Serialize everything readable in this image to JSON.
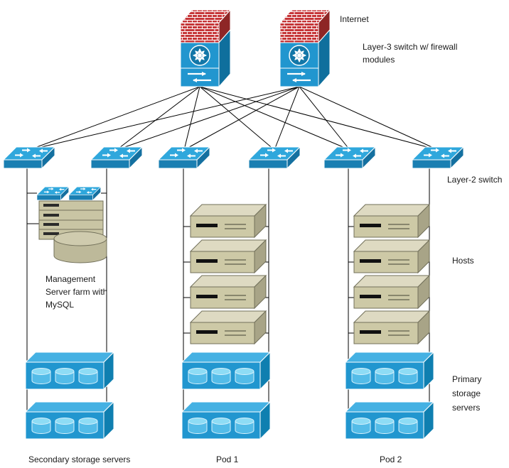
{
  "labels": {
    "internet": "Internet",
    "layer3": [
      "Layer-3 switch w/ firewall",
      "modules"
    ],
    "layer2": "Layer-2 switch",
    "hosts": "Hosts",
    "primary_storage": [
      "Primary",
      "storage",
      "servers"
    ],
    "management": [
      "Management",
      "Server farm with",
      "MySQL"
    ],
    "secondary_storage": "Secondary storage servers",
    "pod1": "Pod 1",
    "pod2": "Pod 2"
  },
  "structure": {
    "layer3_firewall_count": 2,
    "layer2_switch_count": 6,
    "columns": [
      {
        "name": "management-column",
        "small_switches": 2,
        "server_racks": 1,
        "databases": 1,
        "storage_servers": 2
      },
      {
        "name": "pod-1",
        "hosts": 4,
        "storage_servers": 2
      },
      {
        "name": "pod-2",
        "hosts": 4,
        "storage_servers": 2
      }
    ]
  },
  "icons": {
    "layer3-switch-firewall-icon": "3d tower: brick firewall top, router star circle, switch arrows",
    "layer2-switch-icon": "flat 3d switch with four white arrows on top",
    "host-server-icon": "beige 3d server chassis with dark slot and vents",
    "storage-server-icon": "blue 3d box with three disk cylinders",
    "server-rack-icon": "beige rack with four dark slots",
    "database-icon": "beige cylinder"
  },
  "colors": {
    "device_blue": "#2196cf",
    "device_blue_top": "#2fa7dc",
    "device_blue_side": "#0f6f9d",
    "firewall_red": "#c63638",
    "host_beige": "#cdc9a6",
    "line_black": "#000000",
    "background": "#ffffff"
  }
}
